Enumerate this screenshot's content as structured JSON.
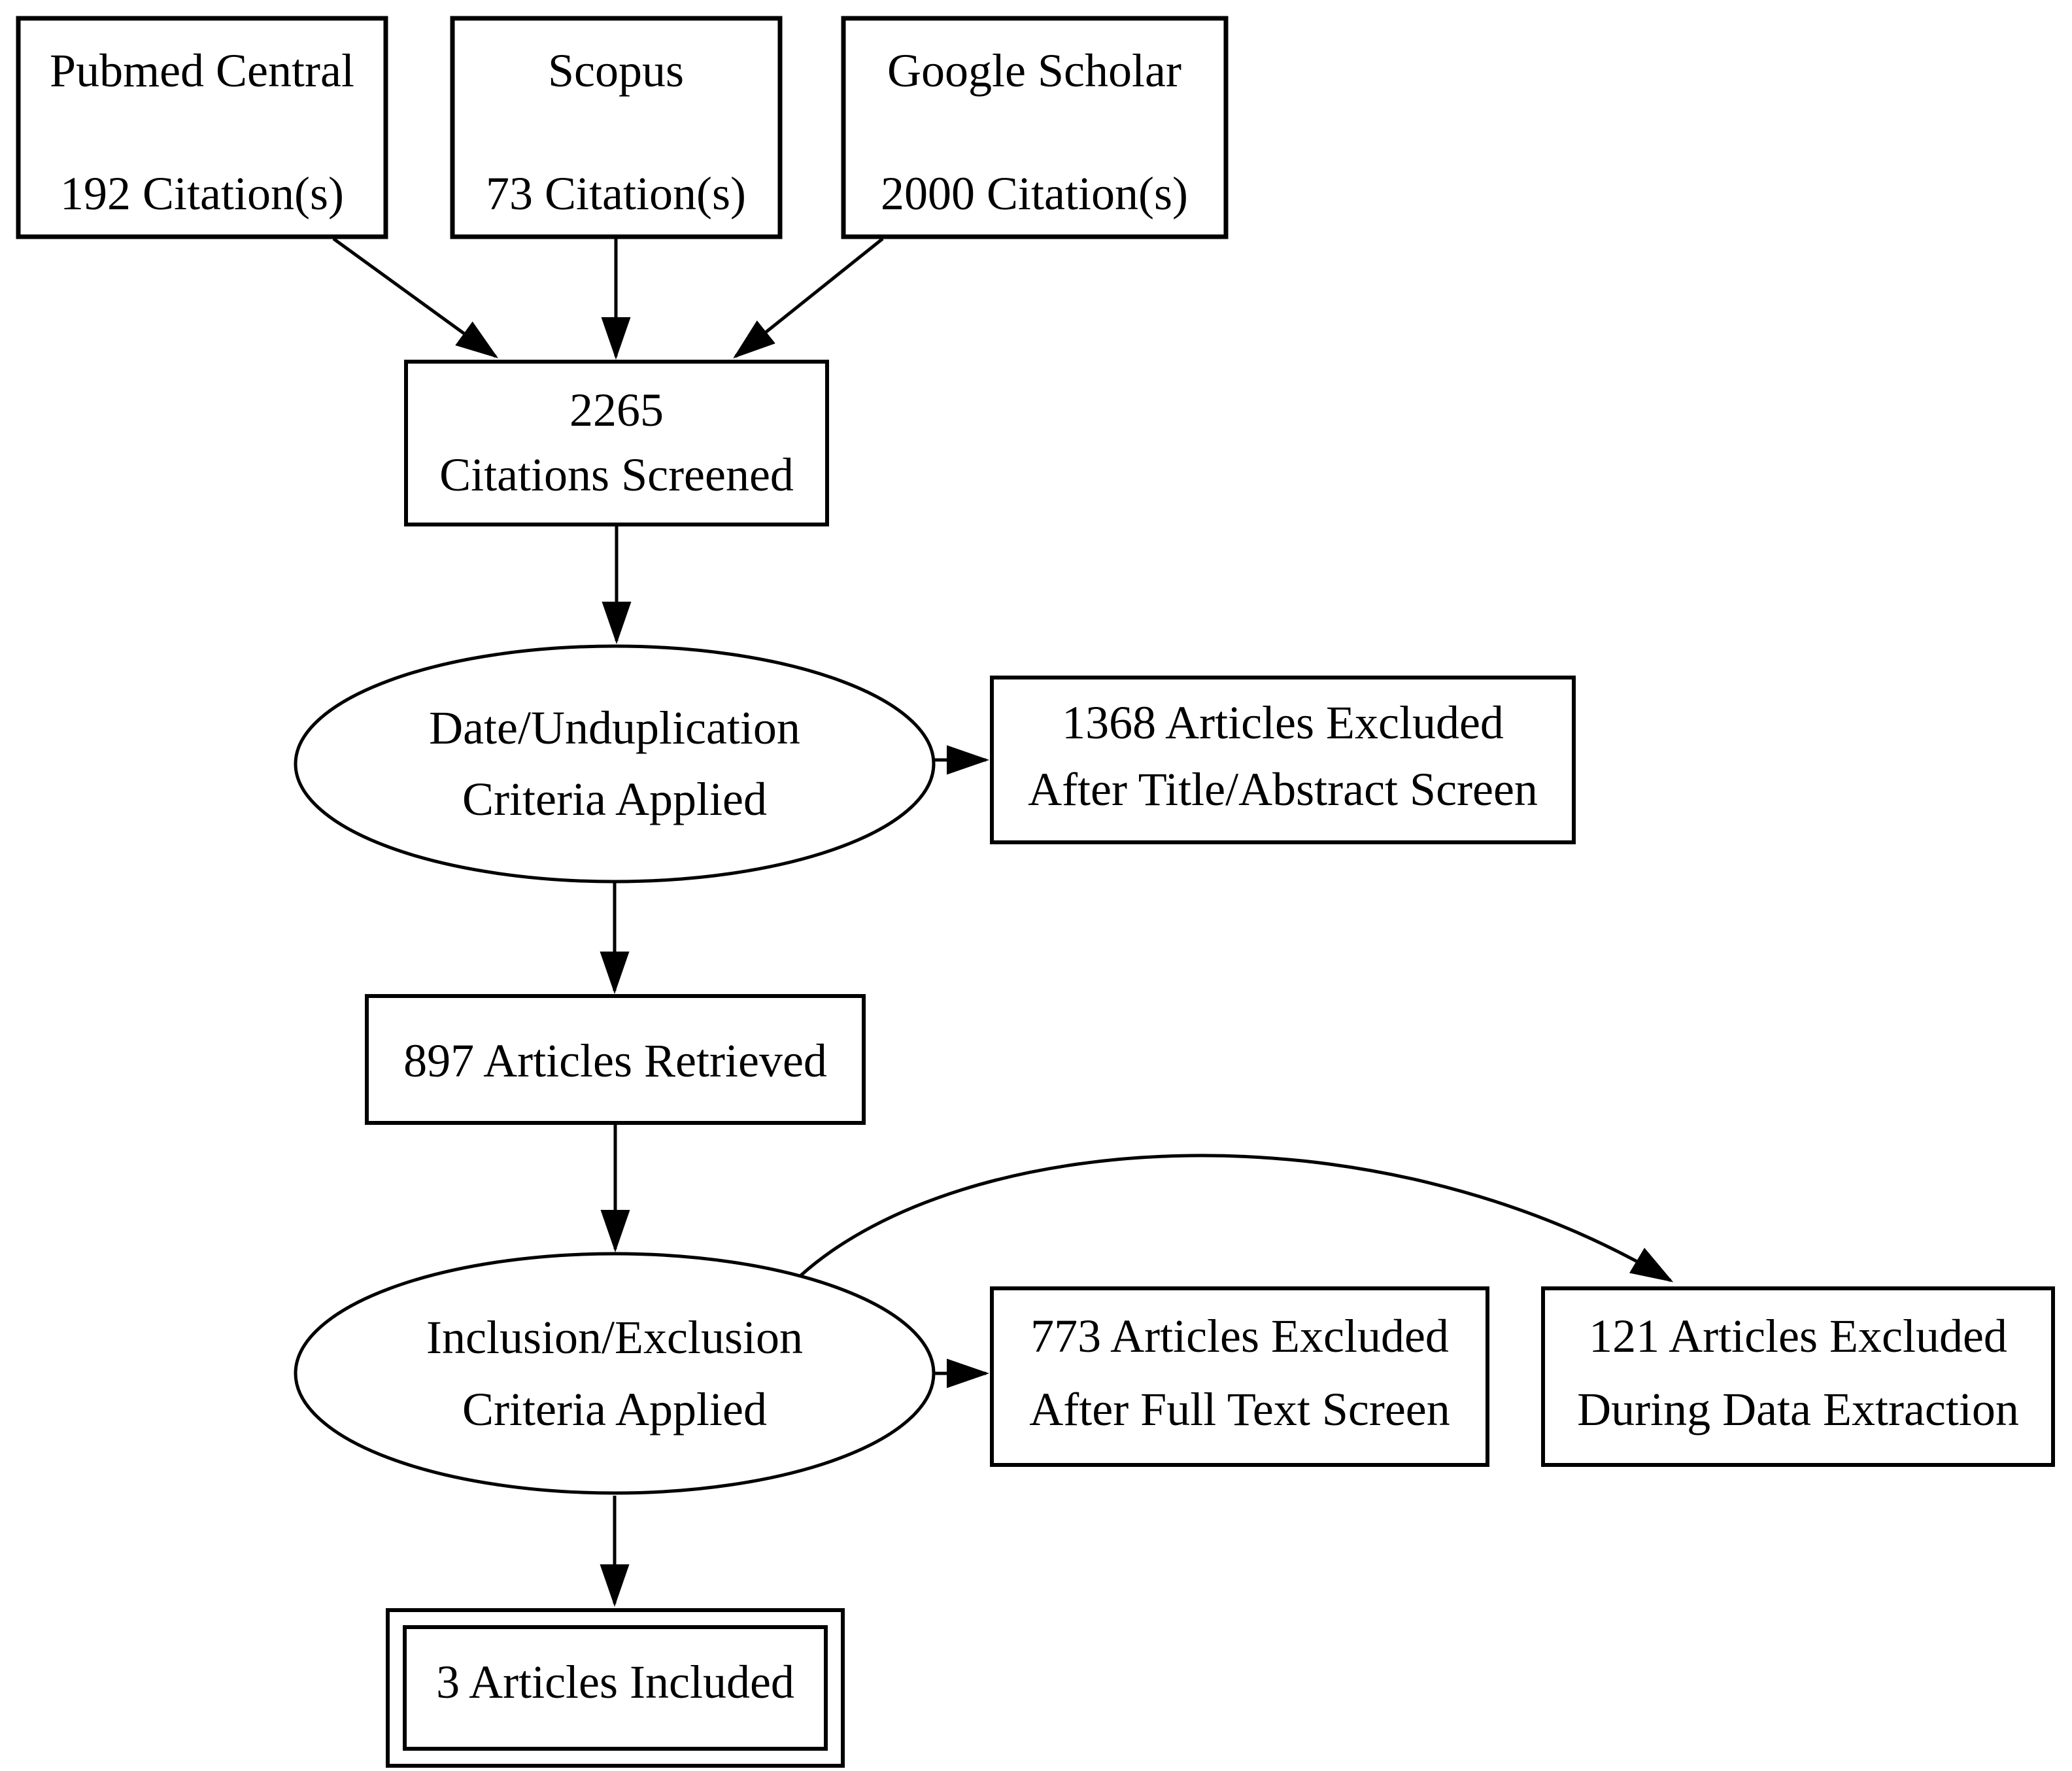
{
  "diagram": {
    "kind": "literature-screening-flowchart",
    "colors": {
      "stroke": "#000000",
      "background": "#ffffff"
    },
    "nodes": {
      "pubmed": {
        "line1": "Pubmed Central",
        "line2": "192 Citation(s)"
      },
      "scopus": {
        "line1": "Scopus",
        "line2": "73 Citation(s)"
      },
      "google_scholar": {
        "line1": "Google Scholar",
        "line2": "2000 Citation(s)"
      },
      "citations_screened": {
        "line1": "2265",
        "line2": "Citations Screened"
      },
      "date_unduplication": {
        "line1": "Date/Unduplication",
        "line2": "Criteria Applied"
      },
      "excluded_title_abstract": {
        "line1": "1368 Articles Excluded",
        "line2": "After Title/Abstract Screen"
      },
      "articles_retrieved": {
        "line1": "897 Articles Retrieved"
      },
      "inclusion_exclusion": {
        "line1": "Inclusion/Exclusion",
        "line2": "Criteria Applied"
      },
      "excluded_full_text": {
        "line1": "773 Articles Excluded",
        "line2": "After Full Text Screen"
      },
      "excluded_data_extraction": {
        "line1": "121 Articles Excluded",
        "line2": "During Data Extraction"
      },
      "articles_included": {
        "line1": "3 Articles Included"
      }
    },
    "edges": [
      {
        "from": "pubmed",
        "to": "citations_screened",
        "style": "straight"
      },
      {
        "from": "scopus",
        "to": "citations_screened",
        "style": "straight"
      },
      {
        "from": "google_scholar",
        "to": "citations_screened",
        "style": "straight"
      },
      {
        "from": "citations_screened",
        "to": "date_unduplication",
        "style": "straight"
      },
      {
        "from": "date_unduplication",
        "to": "excluded_title_abstract",
        "style": "straight"
      },
      {
        "from": "date_unduplication",
        "to": "articles_retrieved",
        "style": "straight"
      },
      {
        "from": "articles_retrieved",
        "to": "inclusion_exclusion",
        "style": "straight"
      },
      {
        "from": "inclusion_exclusion",
        "to": "excluded_full_text",
        "style": "straight"
      },
      {
        "from": "inclusion_exclusion",
        "to": "excluded_data_extraction",
        "style": "curved"
      },
      {
        "from": "inclusion_exclusion",
        "to": "articles_included",
        "style": "straight"
      }
    ]
  }
}
